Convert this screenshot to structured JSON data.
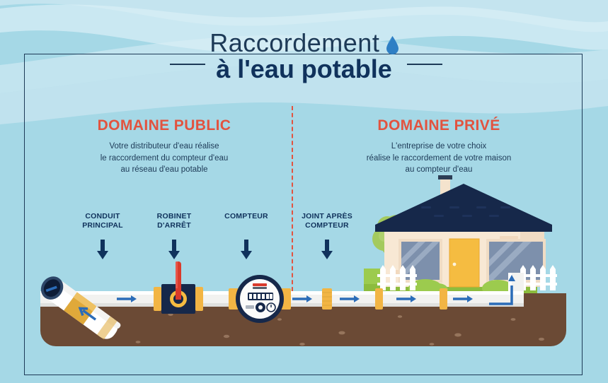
{
  "page": {
    "background_color": "#a5d8e6",
    "frame_color": "#1d3a57"
  },
  "title": {
    "line1": "Raccordement",
    "line2": "à l'eau potable",
    "icon": "water-drop-icon",
    "drop_color": "#2e7fc4",
    "text_color": "#10325c"
  },
  "sections": [
    {
      "id": "public",
      "heading": "DOMAINE PUBLIC",
      "desc_line1": "Votre distributeur d'eau réalise",
      "desc_line2": "le raccordement du compteur d'eau",
      "desc_line3": "au réseau d'eau potable",
      "heading_color": "#e2533f"
    },
    {
      "id": "prive",
      "heading": "DOMAINE PRIVÉ",
      "desc_line1": "L'entreprise de votre choix",
      "desc_line2": "réalise le raccordement de votre maison",
      "desc_line3": "au compteur d'eau",
      "heading_color": "#e2533f"
    }
  ],
  "parts": [
    {
      "id": "conduit",
      "label_line1": "CONDUIT",
      "label_line2": "PRINCIPAL"
    },
    {
      "id": "robinet",
      "label_line1": "ROBINET",
      "label_line2": "D'ARRÊT"
    },
    {
      "id": "compteur",
      "label_line1": "COMPTEUR",
      "label_line2": ""
    },
    {
      "id": "joint",
      "label_line1": "JOINT APRÈS",
      "label_line2": "COMPTEUR"
    }
  ],
  "scene": {
    "soil_color": "#6b4a35",
    "grass_color": "#8cc63f",
    "pipe_color": "#f2f2f0",
    "flow_arrow_color": "#2b6cb8",
    "house": {
      "roof_color": "#16284a",
      "wall_color": "#f7e6d0",
      "door_color": "#f5bc41",
      "window_color": "#7d90ac",
      "chimney_color": "#f7e6d0",
      "fence_color": "#ffffff"
    },
    "valve": {
      "body_color": "#16284a",
      "flange_color": "#f2b544",
      "handle_color": "#d93a2b",
      "wheel_color": "#f5bc41"
    },
    "meter": {
      "ring_color": "#16284a",
      "face_color": "#ffffff",
      "display_digits": "000000"
    },
    "conduit": {
      "pipe_color": "#ffffff",
      "band_color": "#e0a93a",
      "opening_color": "#16284a"
    }
  }
}
